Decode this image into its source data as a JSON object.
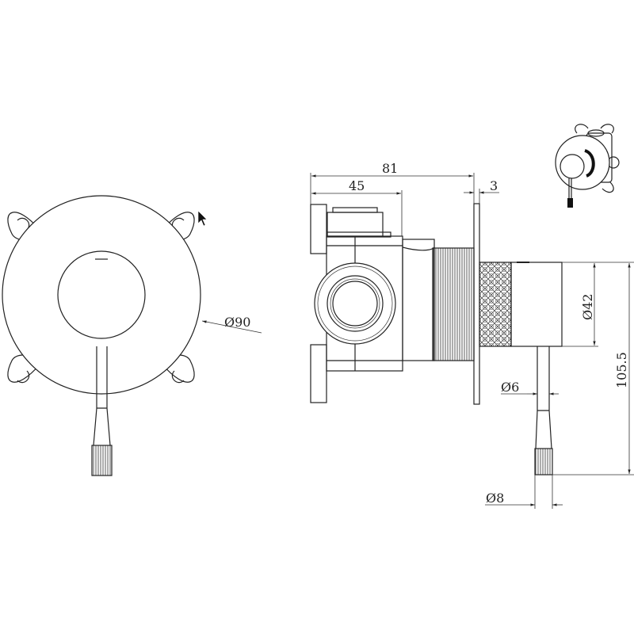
{
  "title": "Concealed shower mixer technical drawing",
  "colors": {
    "line": "#222222",
    "background": "#ffffff"
  },
  "dimensions": {
    "front_diameter": "Ø90",
    "overall_depth": "81",
    "body_depth": "45",
    "plate_thickness": "3",
    "handle_diameter": "Ø42",
    "overall_height": "105.5",
    "lever_diameter": "Ø6",
    "lever_tip_diameter": "Ø8"
  },
  "icons": {
    "cursor": "arrow-cursor-icon",
    "preview": "product-3d-preview-icon"
  }
}
